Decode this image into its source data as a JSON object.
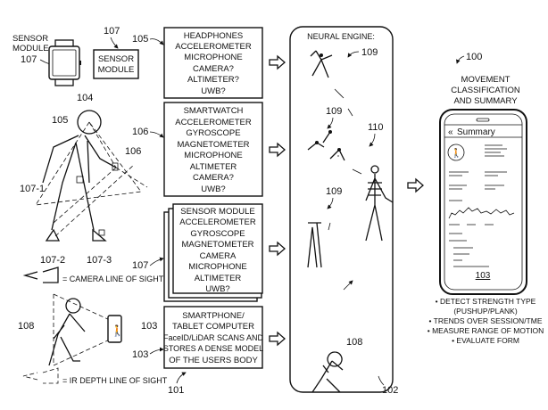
{
  "left": {
    "watch_label": [
      "SENSOR",
      "MODULE"
    ],
    "watch_ref": "107",
    "module_ref": "107",
    "module_box": [
      "SENSOR",
      "MODULE"
    ],
    "body_refs": {
      "head": "104",
      "headphones": "105",
      "watch": "106",
      "hip": "107-1",
      "left_foot": "107-2",
      "right_foot": "107-3"
    },
    "camera_legend": "= CAMERA LINE OF SIGHT",
    "ir_legend": "= IR DEPTH LINE OF SIGHT",
    "user_ref": "108",
    "phone_ref": "103"
  },
  "boxes": [
    {
      "ref": "105",
      "lines": [
        "HEADPHONES",
        "ACCELEROMETER",
        "MICROPHONE",
        "CAMERA?",
        "ALTIMETER?",
        "UWB?"
      ]
    },
    {
      "ref": "106",
      "lines": [
        "SMARTWATCH",
        "ACCELEROMETER",
        "GYROSCOPE",
        "MAGNETOMETER",
        "MICROPHONE",
        "ALTIMETER",
        "CAMERA?",
        "UWB?"
      ]
    },
    {
      "ref": "107",
      "lines": [
        "SENSOR MODULE",
        "ACCELEROMETER",
        "GYROSCOPE",
        "MAGNETOMETER",
        "CAMERA",
        "MICROPHONE",
        "ALTIMETER",
        "UWB?"
      ]
    },
    {
      "ref": "103",
      "lines": [
        "SMARTPHONE/",
        "TABLET COMPUTER",
        "FaceID/LiDAR SCANS AND",
        "STORES A DENSE MODEL",
        "OF THE USERS BODY"
      ]
    }
  ],
  "boxes_group_ref": "101",
  "neural": {
    "title": "NEURAL ENGINE:",
    "refs": [
      "109",
      "109",
      "109",
      "110",
      "108"
    ],
    "ref": "102"
  },
  "output": {
    "ref": "100",
    "title": [
      "MOVEMENT",
      "CLASSIFICATION",
      "AND SUMMARY"
    ],
    "screen_title": "Summary",
    "phone_ref": "103",
    "bullets": [
      "• DETECT STRENGTH TYPE",
      "(PUSHUP/PLANK)",
      "• TRENDS OVER SESSION/TME",
      "• MEASURE RANGE OF MOTION",
      "• EVALUATE FORM"
    ]
  }
}
